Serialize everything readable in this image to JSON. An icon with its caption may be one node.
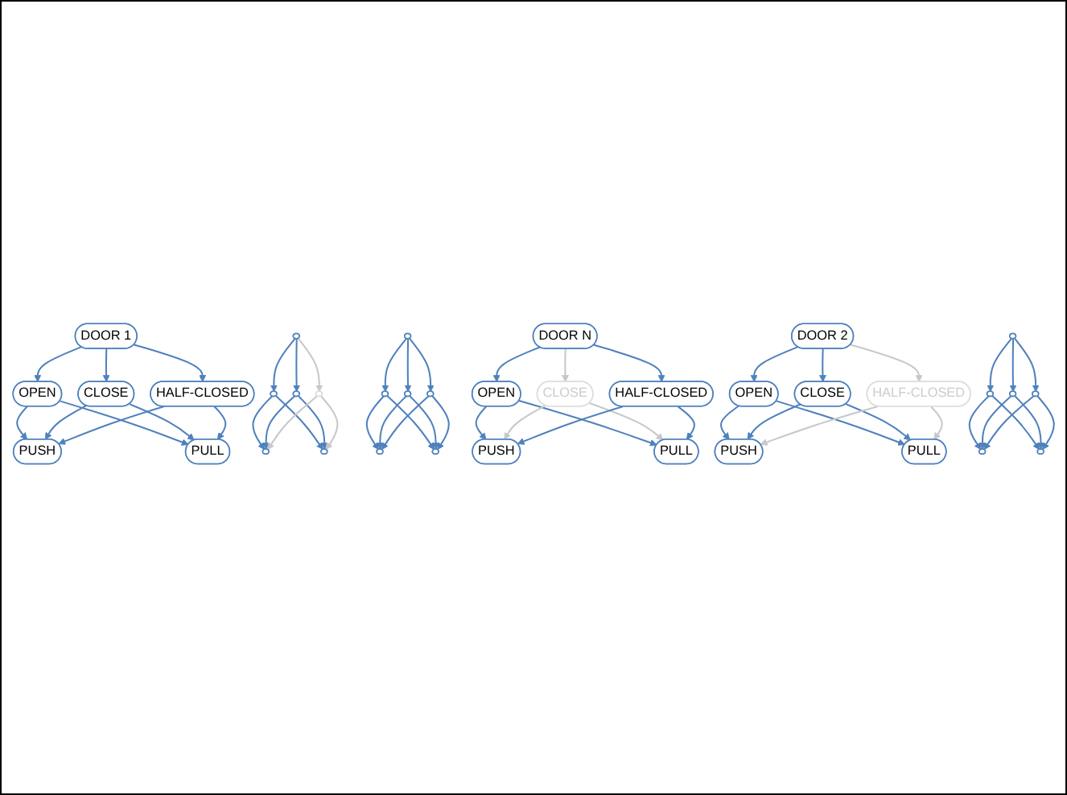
{
  "diagram": {
    "nodes": [
      {
        "text": [
          "DOOR 1"
        ]
      },
      {
        "text": [
          "OPEN"
        ]
      },
      {
        "text": [
          "CLOSE"
        ]
      },
      {
        "text": [
          "HALF-CLOSED"
        ]
      },
      {
        "text": [
          "PUSH"
        ]
      },
      {
        "text": [
          "PULL"
        ]
      },
      {
        "text": [],
        "shape": "ellipse"
      },
      {
        "text": [],
        "shape": "ellipse"
      },
      {
        "text": [],
        "shape": "ellipse"
      },
      {
        "text": [],
        "shape": "ellipse"
      },
      {
        "text": [],
        "shape": "ellipse"
      },
      {
        "text": [],
        "shape": "ellipse"
      },
      {
        "text": [],
        "shape": "ellipse"
      },
      {
        "text": [],
        "shape": "ellipse"
      },
      {
        "text": [],
        "shape": "ellipse"
      },
      {
        "text": [],
        "shape": "ellipse"
      },
      {
        "text": [],
        "shape": "ellipse"
      },
      {
        "text": [],
        "shape": "ellipse"
      },
      {
        "text": [
          "DOOR N"
        ]
      },
      {
        "text": [
          "OPEN"
        ]
      },
      {
        "text": [
          "CLOSE"
        ]
      },
      {
        "text": [
          "HALF-CLOSED"
        ]
      },
      {
        "text": [
          "PUSH"
        ]
      },
      {
        "text": [
          "PULL"
        ]
      },
      {
        "text": [
          "DOOR 2"
        ]
      },
      {
        "text": [
          "OPEN"
        ]
      },
      {
        "text": [
          "CLOSE"
        ]
      },
      {
        "text": [
          "HALF-CLOSED"
        ]
      },
      {
        "text": [
          "PUSH"
        ]
      },
      {
        "text": [
          "PULL"
        ]
      },
      {
        "text": [],
        "shape": "ellipse"
      },
      {
        "text": [],
        "shape": "ellipse"
      },
      {
        "text": [],
        "shape": "ellipse"
      },
      {
        "text": [],
        "shape": "ellipse"
      },
      {
        "text": [],
        "shape": "ellipse"
      },
      {
        "text": [],
        "shape": "ellipse"
      }
    ],
    "edges": [
      {
        "from": 0,
        "to": 1,
        "arrow": "to"
      },
      {
        "from": 0,
        "to": 2,
        "arrow": "to"
      },
      {
        "from": 0,
        "to": 3,
        "arrow": "to"
      },
      {
        "from": 1,
        "to": 4,
        "arrow": "to"
      },
      {
        "from": 1,
        "to": 5,
        "arrow": "to"
      },
      {
        "from": 2,
        "to": 4,
        "arrow": "to"
      },
      {
        "from": 2,
        "to": 5,
        "arrow": "to"
      },
      {
        "from": 3,
        "to": 4,
        "arrow": "to"
      },
      {
        "from": 3,
        "to": 5,
        "arrow": "to"
      },
      {
        "from": 6,
        "to": 7,
        "arrow": "to"
      },
      {
        "from": 6,
        "to": 8,
        "arrow": "to"
      },
      {
        "from": 6,
        "to": 9,
        "arrow": "to",
        "color": "#c8c8c8"
      },
      {
        "from": 7,
        "to": 10,
        "arrow": "to"
      },
      {
        "from": 7,
        "to": 11,
        "arrow": "to"
      },
      {
        "from": 8,
        "to": 10,
        "arrow": "to"
      },
      {
        "from": 8,
        "to": 11,
        "arrow": "to"
      },
      {
        "from": 9,
        "to": 10,
        "arrow": "to",
        "color": "#c8c8c8"
      },
      {
        "from": 9,
        "to": 11,
        "arrow": "to",
        "color": "#c8c8c8"
      },
      {
        "from": 12,
        "to": 13,
        "arrow": "to"
      },
      {
        "from": 12,
        "to": 14,
        "arrow": "to"
      },
      {
        "from": 12,
        "to": 15,
        "arrow": "to"
      },
      {
        "from": 13,
        "to": 16,
        "arrow": "to"
      },
      {
        "from": 13,
        "to": 17,
        "arrow": "to"
      },
      {
        "from": 14,
        "to": 16,
        "arrow": "to"
      },
      {
        "from": 14,
        "to": 17,
        "arrow": "to"
      },
      {
        "from": 15,
        "to": 16,
        "arrow": "to"
      },
      {
        "from": 15,
        "to": 17,
        "arrow": "to"
      },
      {
        "from": 18,
        "to": 19,
        "arrow": "to"
      },
      {
        "from": 18,
        "to": 20,
        "arrow": "to",
        "color": "#c8c8c8"
      },
      {
        "from": 18,
        "to": 21,
        "arrow": "to"
      },
      {
        "from": 19,
        "to": 22,
        "arrow": "to"
      },
      {
        "from": 19,
        "to": 23,
        "arrow": "to"
      },
      {
        "from": 20,
        "to": 22,
        "arrow": "to",
        "color": "#c8c8c8"
      },
      {
        "from": 20,
        "to": 23,
        "arrow": "to",
        "color": "#c8c8c8"
      },
      {
        "from": 21,
        "to": 22,
        "arrow": "to"
      },
      {
        "from": 21,
        "to": 23,
        "arrow": "to"
      },
      {
        "from": 24,
        "to": 25,
        "arrow": "to"
      },
      {
        "from": 24,
        "to": 26,
        "arrow": "to"
      },
      {
        "from": 24,
        "to": 27,
        "arrow": "to",
        "color": "#c8c8c8"
      },
      {
        "from": 25,
        "to": 28,
        "arrow": "to"
      },
      {
        "from": 25,
        "to": 29,
        "arrow": "to"
      },
      {
        "from": 26,
        "to": 28,
        "arrow": "to"
      },
      {
        "from": 26,
        "to": 29,
        "arrow": "to"
      },
      {
        "from": 27,
        "to": 28,
        "arrow": "to",
        "color": "#c8c8c8"
      },
      {
        "from": 27,
        "to": 29,
        "arrow": "to",
        "color": "#c8c8c8"
      },
      {
        "from": 30,
        "to": 31,
        "arrow": "to"
      },
      {
        "from": 30,
        "to": 32,
        "arrow": "to"
      },
      {
        "from": 30,
        "to": 33,
        "arrow": "to"
      },
      {
        "from": 31,
        "to": 34,
        "arrow": "to"
      },
      {
        "from": 31,
        "to": 35,
        "arrow": "to"
      },
      {
        "from": 32,
        "to": 34,
        "arrow": "to"
      },
      {
        "from": 32,
        "to": 35,
        "arrow": "to"
      },
      {
        "from": 33,
        "to": 34,
        "arrow": "to"
      },
      {
        "from": 33,
        "to": 35,
        "arrow": "to"
      }
    ]
  }
}
